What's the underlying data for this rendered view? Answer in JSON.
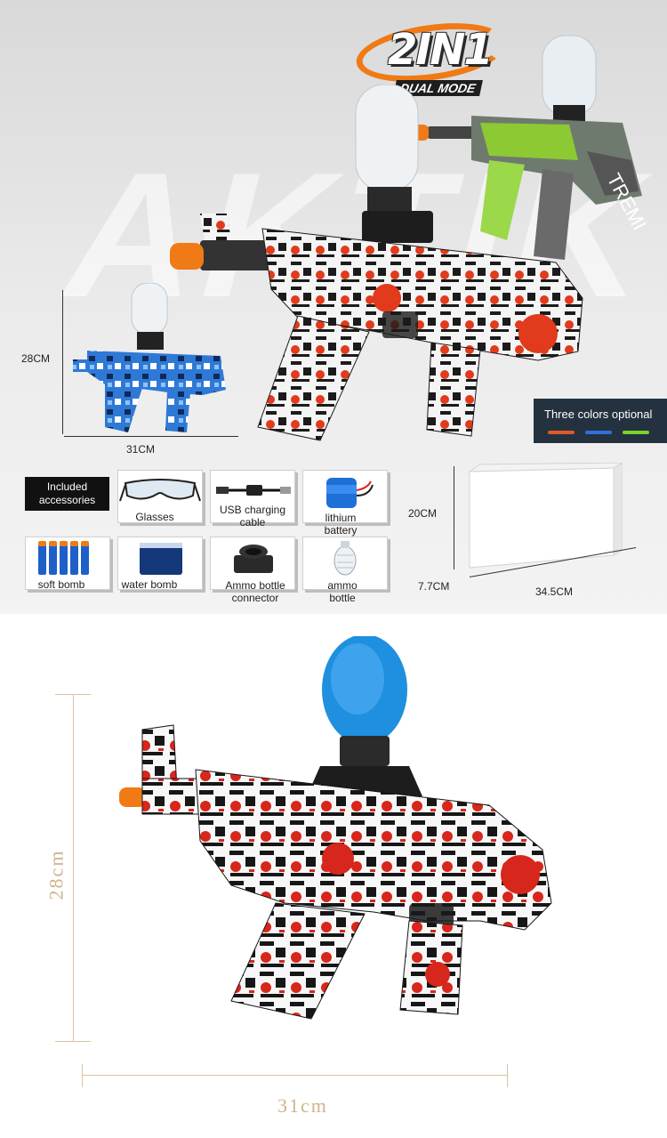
{
  "badge": {
    "main": "2IN1",
    "sub": "DUAL MODE"
  },
  "watermark": "AKTIK",
  "dimensions": {
    "small_gun_height": "28CM",
    "small_gun_width": "31CM",
    "box_height": "20CM",
    "box_depth": "7.7CM",
    "box_width": "34.5CM"
  },
  "colors_option": {
    "label": "Three colors optional",
    "swatches": [
      "#e0592b",
      "#2f6fe0",
      "#7bd32b"
    ]
  },
  "accessories": {
    "tag": "Included accessories",
    "items": [
      {
        "label": "Glasses",
        "icon": "glasses-icon"
      },
      {
        "label": "USB charging cable",
        "icon": "usb-cable-icon"
      },
      {
        "label": "lithium battery",
        "icon": "battery-icon"
      },
      {
        "label": "soft bomb",
        "icon": "soft-bomb-icon"
      },
      {
        "label": "water bomb",
        "icon": "water-bomb-icon"
      },
      {
        "label": "Ammo bottle connector",
        "icon": "connector-icon"
      },
      {
        "label": "ammo bottle",
        "icon": "ammo-bottle-icon"
      }
    ]
  },
  "bottom": {
    "height_label": "28cm",
    "width_label": "31cm"
  },
  "gun_colors": {
    "red_theme": "#e23a1c",
    "blue_theme": "#2f79d6",
    "green_theme": "#8fd12c",
    "tip_orange": "#f07a15",
    "hopper_blue": "#1f8fe0"
  }
}
